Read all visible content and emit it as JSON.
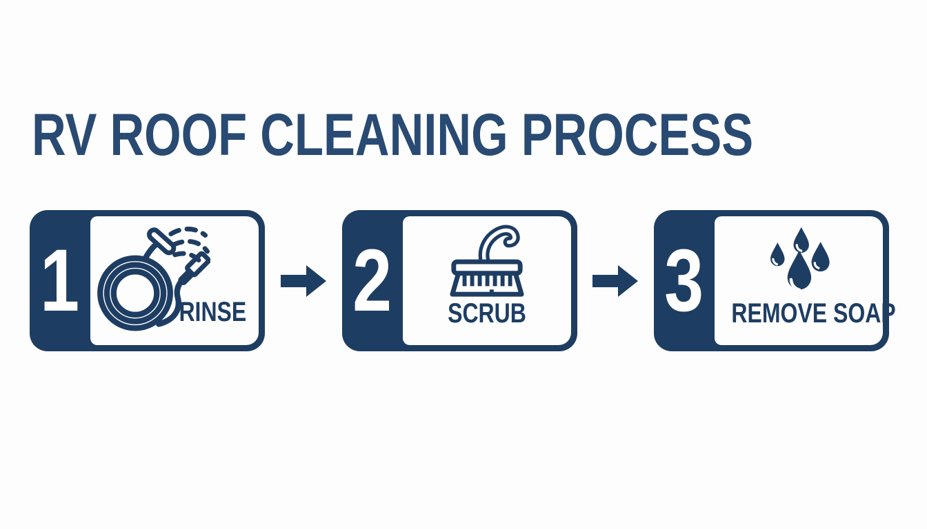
{
  "title": {
    "text": "RV ROOF CLEANING PROCESS"
  },
  "colors": {
    "navy": "#1e3d62",
    "title_navy": "#294a72",
    "background": "#fdfdfd",
    "card_inner": "#fdfdfe",
    "number_text": "#ffffff"
  },
  "steps": [
    {
      "number": "1",
      "label": "RINSE",
      "icon": "garden-hose-spray-icon"
    },
    {
      "number": "2",
      "label": "SCRUB",
      "icon": "scrub-brush-icon"
    },
    {
      "number": "3",
      "label": "REMOVE SOAP",
      "icon": "water-droplets-icon"
    }
  ],
  "connector": {
    "icon": "right-arrow-icon",
    "count": 2
  }
}
